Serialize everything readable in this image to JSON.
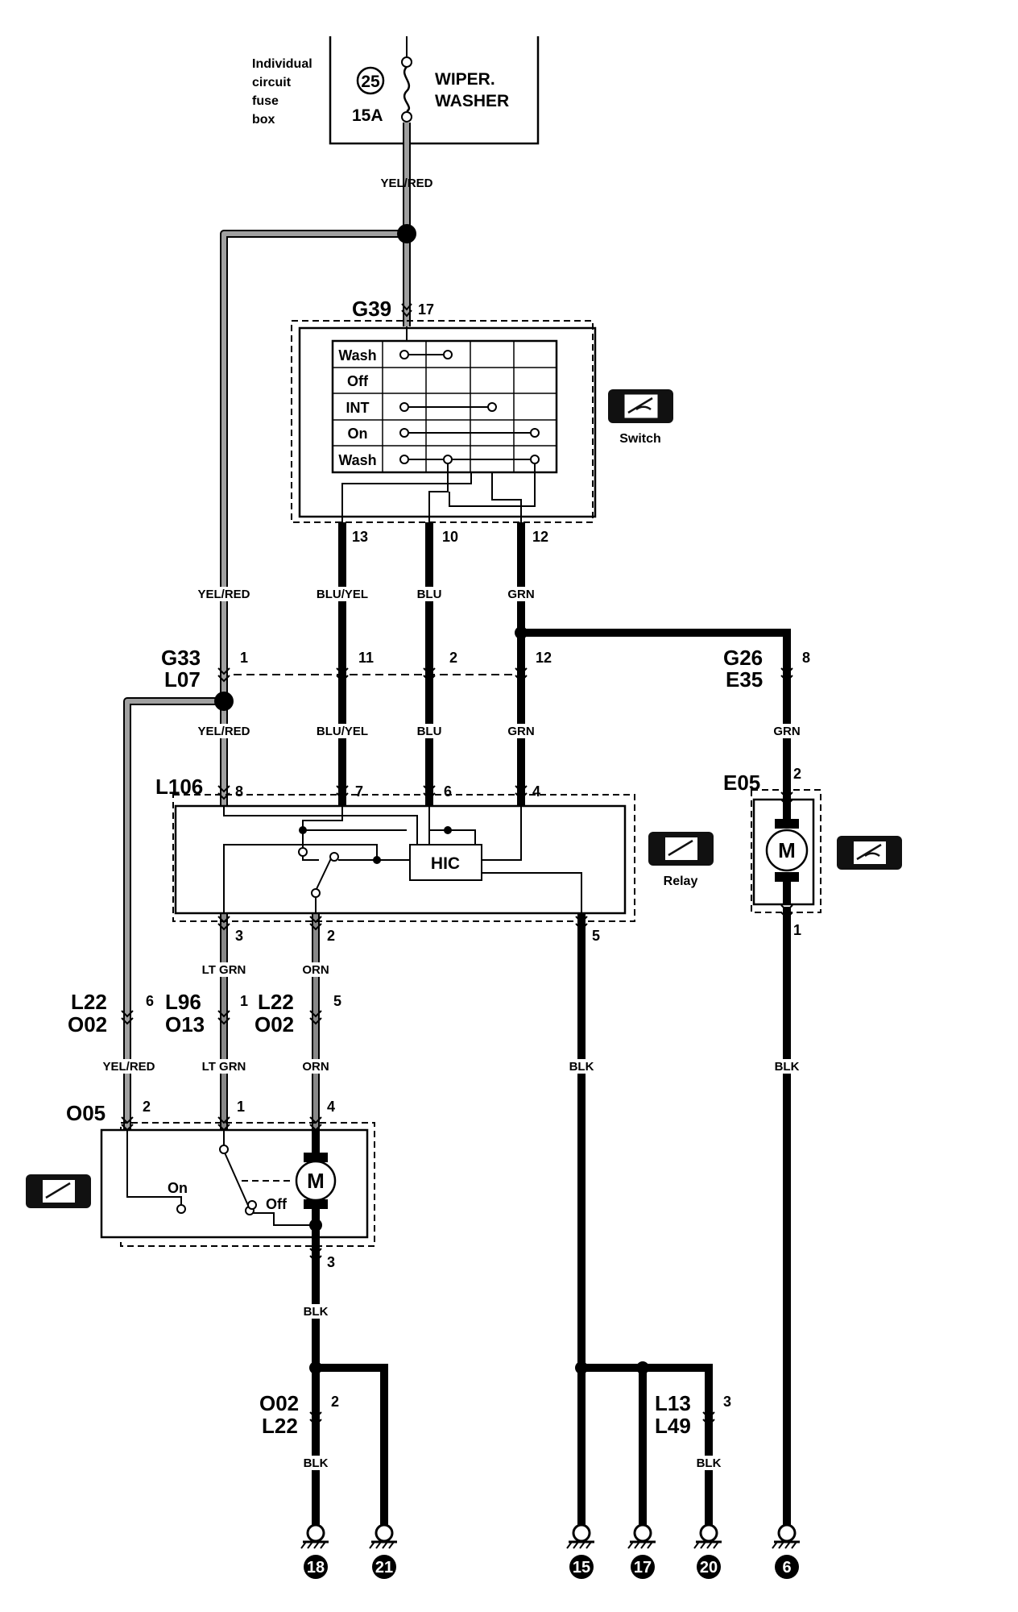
{
  "fuse_box": {
    "caption": [
      "Individual",
      "circuit",
      "fuse",
      "box"
    ],
    "fuse_number": "25",
    "rating": "15A",
    "circuit_name": [
      "WIPER.",
      "WASHER"
    ]
  },
  "wire_colors": {
    "yel_red": "YEL/RED",
    "blu_yel": "BLU/YEL",
    "blu": "BLU",
    "grn": "GRN",
    "lt_grn": "LT GRN",
    "orn": "ORN",
    "blk": "BLK"
  },
  "switch": {
    "connector": "G39",
    "input_pin": "17",
    "table_rows": [
      "Wash",
      "Off",
      "INT",
      "On",
      "Wash"
    ],
    "output_pins": [
      "13",
      "10",
      "12"
    ],
    "icon_label": "Switch",
    "icon_name": "wiper-switch-icon"
  },
  "connectors": {
    "g33": "G33",
    "l07": "L07",
    "g33_pins": [
      "1",
      "11",
      "2",
      "12"
    ],
    "g26": "G26",
    "e35": "E35",
    "g26_pin": "8",
    "e05": "E05",
    "e05_pins": [
      "2",
      "1"
    ],
    "l22a": "L22",
    "o02a": "O02",
    "l22a_pin": "6",
    "l96": "L96",
    "o13": "O13",
    "l96_pin": "1",
    "l22b": "L22",
    "o02b": "O02",
    "l22b_pin": "5",
    "o05": "O05",
    "o05_pins": [
      "2",
      "1",
      "4",
      "3"
    ],
    "o02c": "O02",
    "l22c": "L22",
    "o02c_pin": "2",
    "l13": "L13",
    "l49": "L49",
    "l13_pin": "3"
  },
  "relay": {
    "connector": "L106",
    "pins_top": [
      "8",
      "7",
      "6",
      "4"
    ],
    "pins_bottom": [
      "3",
      "2",
      "5"
    ],
    "ic_label": "HIC",
    "icon_label": "Relay",
    "icon_name": "wiper-relay-icon"
  },
  "motors": {
    "symbol": "M",
    "front_icon_name": "wiper-motor-icon",
    "rear_icon_name": "washer-motor-icon",
    "switch_on": "On",
    "switch_off": "Off"
  },
  "grounds": [
    "18",
    "21",
    "15",
    "17",
    "20",
    "6"
  ],
  "colors": {
    "ink": "#000000",
    "harness_gray": "#9a9a9a",
    "white": "#ffffff"
  }
}
